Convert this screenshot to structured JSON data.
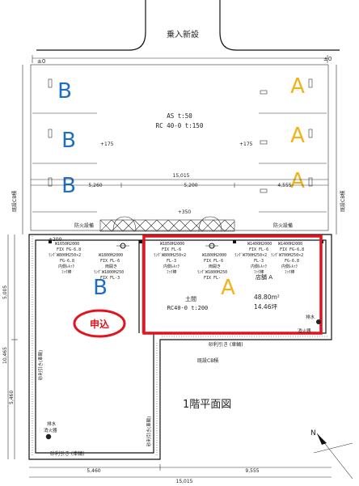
{
  "road": {
    "label": "乗入新設"
  },
  "levels": {
    "left": "±0",
    "right": "±0"
  },
  "parking": {
    "labels": {
      "left": "B",
      "right": "A"
    },
    "as_note": "AS t:50",
    "rc_note": "RC 40-0 t:150",
    "level_175_left": "+175",
    "level_175_right": "+175",
    "level_350": "+350",
    "level_200": "+200",
    "dim_total": "15,015",
    "dim_left": "5,260",
    "dim_mid": "5,200",
    "dim_right": "4,555",
    "boundary_left": "既設CB積",
    "boundary_right": "既設CB積"
  },
  "walls": {
    "fire_left": "防火設備",
    "fire_right": "防火設備"
  },
  "windows": [
    {
      "l1": "W1650H2000",
      "l2": "FIX FG-6.8",
      "l3": "ﾗﾝｸﾞW800H250×2",
      "l4": "FG-6.8",
      "l5": "内側ﾚﾙｯｸ",
      "l6": "ﾌｯｸ棒"
    },
    {
      "l1": "W1800H2000",
      "l2": "FIX FL-6",
      "l3": "両開き",
      "l4": "ﾗﾝｸﾞW1800H250",
      "l5": "FIX FL-3"
    },
    {
      "l1": "W1850H2000",
      "l2": "FIX FL-6",
      "l3": "ﾗﾝｸﾞW800H250×2",
      "l4": "FL-3",
      "l5": "内側ﾚﾙｯｸ",
      "l6": "ﾌｯｸ棒"
    },
    {
      "l1": "W1800H2000",
      "l2": "FIX FL-6",
      "l3": "両開き",
      "l4": "ﾗﾝｸﾞW1800H250",
      "l5": "FIX FL-"
    },
    {
      "l1": "W1400H2000",
      "l2": "FIX FL-6",
      "l3": "ﾗﾝｸﾞW700H250×2",
      "l4": "FL-3",
      "l5": "内側ﾚﾙｯｸ",
      "l6": "ﾌｯｸ棒"
    },
    {
      "l1": "W1400H2000",
      "l2": "FIX FG-6.8",
      "l3": "ﾗﾝｸﾞW700H250×2",
      "l4": "FG-6.8",
      "l5": "内側ﾚﾙｯｸ",
      "l6": "ﾌｯｸ棒"
    }
  ],
  "units": {
    "b_label": "B",
    "a_label": "A",
    "store_title": "店舗 A",
    "store_area": "48.80m²",
    "store_tsubo": "14.46坪",
    "floor_line1": "土間",
    "floor_line2": "RC40-0 t:200",
    "application_label": "申込"
  },
  "site": {
    "gravel_label": "砂利引き (車輌)",
    "gravel_label_bottom": "砂利引き (車輌)",
    "gravel_vertical_left": "砂利引き(車輌)",
    "gravel_vertical_right": "砂利引き(車輌)",
    "boundary_bottom": "既設CB積",
    "drain_right": "排水",
    "hydrant_right": "消火器",
    "drain_left": "排水",
    "hydrant_left": "消火器",
    "plan_title": "1階平面図",
    "dim_v_top": "5,005",
    "dim_v_total": "10,465",
    "dim_v_bottom": "5,460",
    "dim_bottom_left": "5,460",
    "dim_bottom_right": "9,555",
    "dim_bottom_total": "15,015",
    "north_mark": "N"
  },
  "colors": {
    "zone_b": "#1f6fbf",
    "zone_a": "#f2b21a",
    "highlight": "#e0141e"
  }
}
